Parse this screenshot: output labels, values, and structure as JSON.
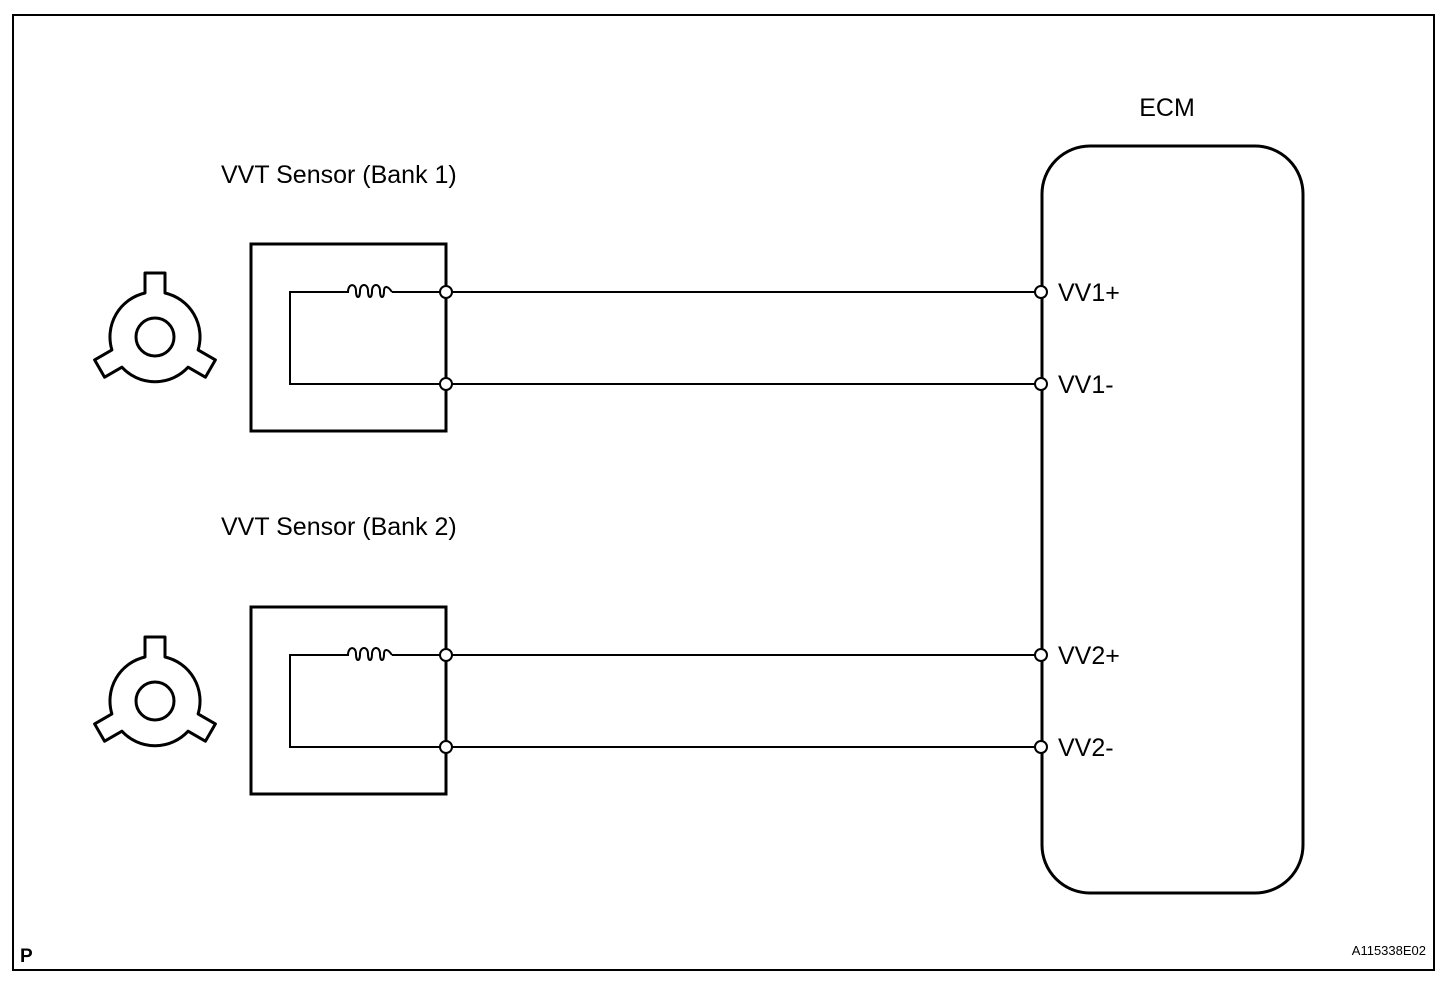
{
  "ecm": {
    "title": "ECM",
    "pins": {
      "vv1_plus": "VV1+",
      "vv1_minus": "VV1-",
      "vv2_plus": "VV2+",
      "vv2_minus": "VV2-"
    }
  },
  "sensors": [
    {
      "label": "VVT Sensor (Bank 1)"
    },
    {
      "label": "VVT Sensor (Bank 2)"
    }
  ],
  "footer": {
    "corner_mark": "P",
    "figure_id": "A115338E02"
  },
  "icons": {
    "timing_rotor": "timing-rotor-icon",
    "coil": "coil-icon",
    "terminal": "terminal-icon"
  },
  "colors": {
    "line": "#000000",
    "background": "#ffffff"
  }
}
